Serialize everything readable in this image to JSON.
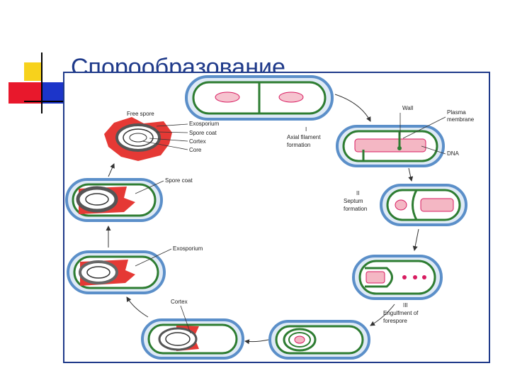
{
  "slide": {
    "title": "Спорообразование"
  },
  "colors": {
    "title": "#1f3a8a",
    "frame_border": "#1f3a8a",
    "outer_wall": "#5b8fc9",
    "membrane": "#2e7d32",
    "spore_red": "#e53935",
    "dna": "#d81b60",
    "accent_yellow": "#f7d21c",
    "accent_red": "#e8182c",
    "accent_blue": "#1c35c9"
  },
  "diagram": {
    "labels": {
      "free_spore": "Free spore",
      "exosporium": "Exosporium",
      "spore_coat": "Spore coat",
      "cortex": "Cortex",
      "core": "Core",
      "wall": "Wall",
      "plasma_line1": "Plasma",
      "plasma_line2": "membrane",
      "dna": "DNA",
      "stage1_num": "I",
      "stage1_line1": "Axial filament",
      "stage1_line2": "formation",
      "stage2_num": "II",
      "stage2_line1": "Septum",
      "stage2_line2": "formation",
      "stage3_num": "III",
      "stage3_line1": "Engulfment of",
      "stage3_line2": "forespore",
      "spore_coat_mid": "Spore coat",
      "exosporium_mid": "Exosporium",
      "cortex_bottom": "Cortex"
    }
  }
}
